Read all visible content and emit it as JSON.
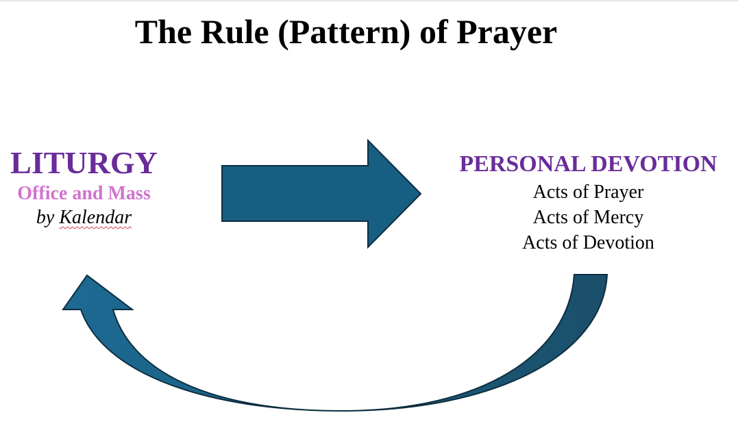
{
  "title": "The Rule (Pattern) of Prayer",
  "liturgy": {
    "heading": "LITURGY",
    "subheading": "Office and Mass",
    "by_prefix": "by ",
    "by_word": "Kalendar"
  },
  "personal_devotion": {
    "heading": "PERSONAL DEVOTION",
    "items": [
      "Acts of Prayer",
      "Acts of Mercy",
      "Acts of Devotion"
    ]
  },
  "colors": {
    "heading_purple": "#6a2c9a",
    "subheading_pink": "#d173cf",
    "arrow_fill": "#175f82",
    "arrow_stroke": "#0d2d3f"
  }
}
